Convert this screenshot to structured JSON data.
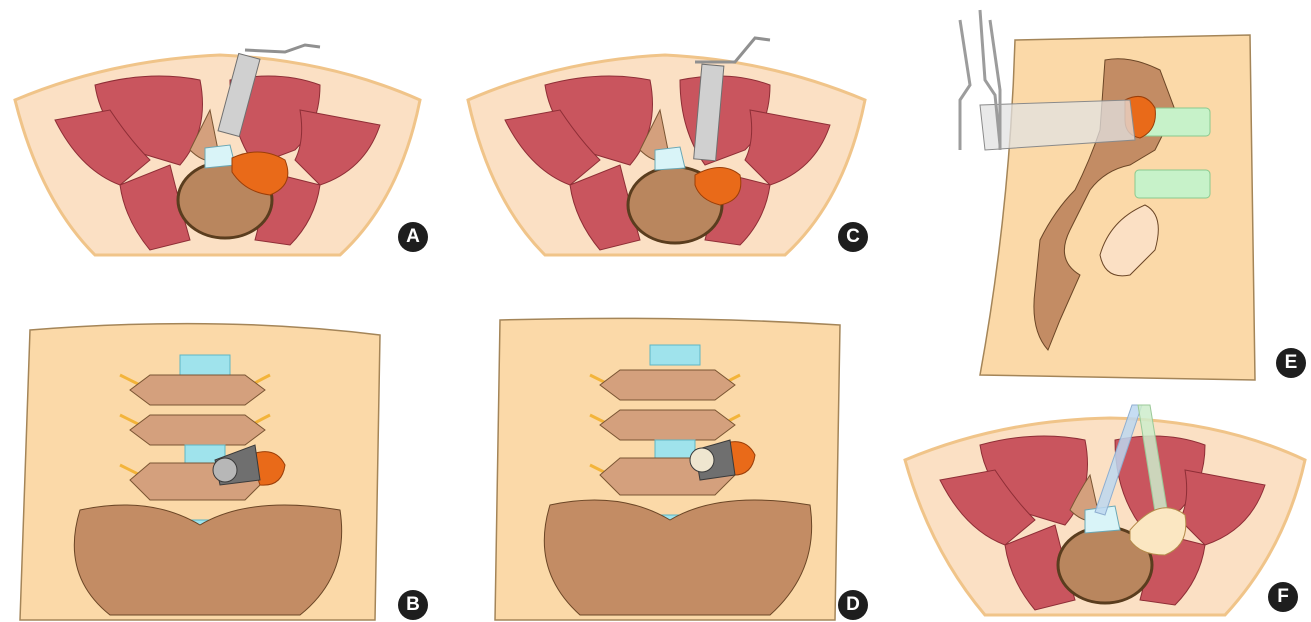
{
  "figure": {
    "panels": [
      {
        "id": "A",
        "label": "A",
        "view": "axial",
        "instrument": "working-sheath-scope",
        "color_tool": "#c4c4c4"
      },
      {
        "id": "B",
        "label": "B",
        "view": "posterior",
        "instrument": "working-sheath-scope",
        "color_tool": "#8a8a8a"
      },
      {
        "id": "C",
        "label": "C",
        "view": "axial",
        "instrument": "working-sheath-scope",
        "color_tool": "#c4c4c4"
      },
      {
        "id": "D",
        "label": "D",
        "view": "posterior",
        "instrument": "working-sheath-scope",
        "color_tool": "#8a8a8a"
      },
      {
        "id": "E",
        "label": "E",
        "view": "lateral",
        "instrument": "transparent-sheath",
        "color_tool": "#d8d8d8"
      },
      {
        "id": "F",
        "label": "F",
        "view": "axial",
        "instrument": "dual-portal",
        "color_tool": "#bcd7f0"
      }
    ],
    "colors": {
      "skin": "#fbe0c4",
      "skin_outline": "#f0c489",
      "muscle": "#c9555e",
      "vertebra": "#d4a07d",
      "vertebral_body": "#b9865e",
      "disc_cyan": "#9fe3ec",
      "disc_green": "#c7f2c9",
      "herniation": "#e96a19",
      "back_panel": "#fbd9a8",
      "nerve": "#f3b43a",
      "badge": "#1e1e1e"
    }
  }
}
